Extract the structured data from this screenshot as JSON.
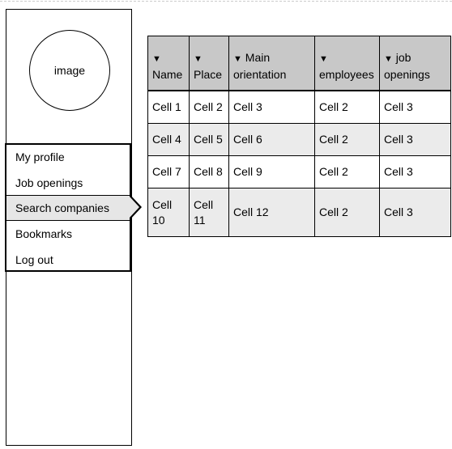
{
  "sidebar": {
    "avatar_label": "image",
    "menu": [
      {
        "label": "My profile"
      },
      {
        "label": "Job openings"
      },
      {
        "label": "Search companies",
        "active": true
      },
      {
        "label": "Bookmarks"
      },
      {
        "label": "Log out"
      }
    ]
  },
  "table": {
    "sort_icon": "▼",
    "headers": [
      {
        "line1": "",
        "line2": "Name"
      },
      {
        "line1": "",
        "line2": "Place"
      },
      {
        "line1": "Main",
        "line2": "orientation"
      },
      {
        "line1": "",
        "line2": "employees"
      },
      {
        "line1": "job",
        "line2": "openings"
      }
    ],
    "rows": [
      [
        "Cell 1",
        "Cell 2",
        "Cell 3",
        "Cell 2",
        "Cell 3"
      ],
      [
        "Cell 4",
        "Cell 5",
        "Cell 6",
        "Cell 2",
        "Cell 3"
      ],
      [
        "Cell 7",
        "Cell 8",
        "Cell 9",
        "Cell 2",
        "Cell 3"
      ],
      [
        "Cell 10",
        "Cell 11",
        "Cell 12",
        "Cell 2",
        "Cell 3"
      ]
    ]
  }
}
